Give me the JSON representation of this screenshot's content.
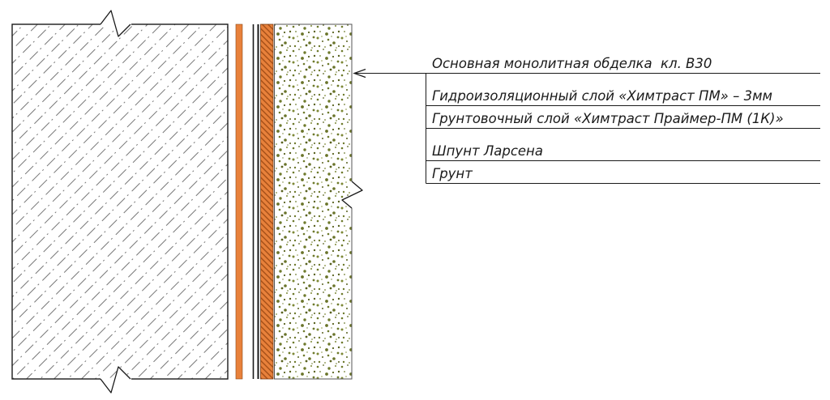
{
  "colors": {
    "orange": "#E8813B",
    "orange_hatch": "#9E4A14",
    "speckle_green": "#6E7A2C",
    "line": "#1A1A1A"
  },
  "callouts": {
    "items": [
      {
        "label": "Основная монолитная обделка  кл. В30"
      },
      {
        "label": "Гидроизоляционный слой «Химтраст ПМ» – 3мм"
      },
      {
        "label": "Грунтовочный слой «Химтраст Праймер-ПМ (1К)»"
      },
      {
        "label": "Шпунт Ларсена"
      },
      {
        "label": "Грунт"
      }
    ]
  }
}
